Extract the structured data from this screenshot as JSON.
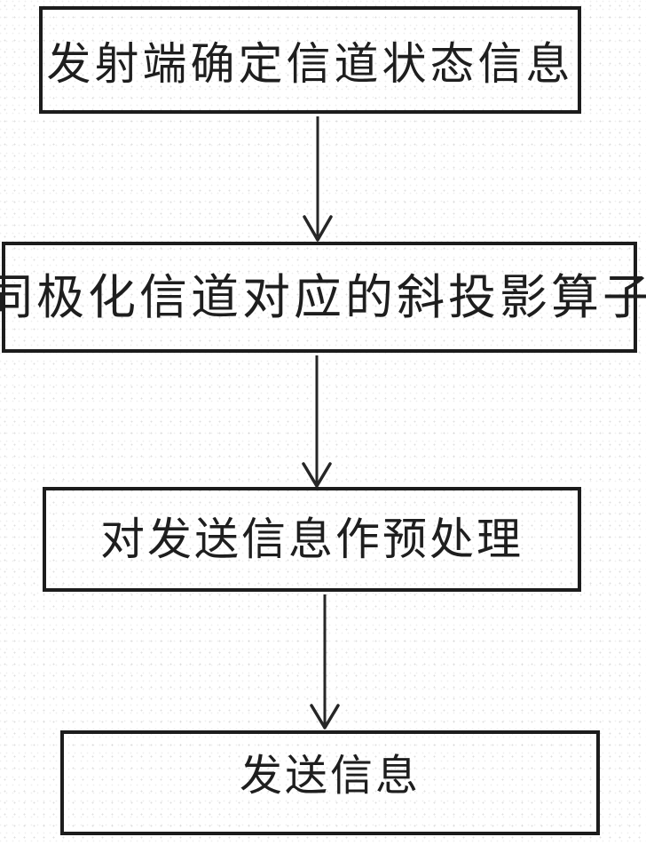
{
  "figure": {
    "type": "flowchart",
    "direction": "top-down",
    "nodes": [
      {
        "id": 1,
        "label": "发射端确定信道状态信息"
      },
      {
        "id": 2,
        "label": "同极化信道对应的斜投影算子"
      },
      {
        "id": 3,
        "label": "对发送信息作预处理"
      },
      {
        "id": 4,
        "label": "发送信息"
      }
    ],
    "edges": [
      {
        "from": 1,
        "to": 2,
        "style": "straight-down-arrow"
      },
      {
        "from": 2,
        "to": 3,
        "style": "straight-down-arrow"
      },
      {
        "from": 3,
        "to": 4,
        "style": "straight-down-arrow"
      }
    ],
    "colors": {
      "box_border": "#1c1c1c",
      "text": "#1e1e1e",
      "arrow": "#262626",
      "background": "#ffffff"
    }
  }
}
